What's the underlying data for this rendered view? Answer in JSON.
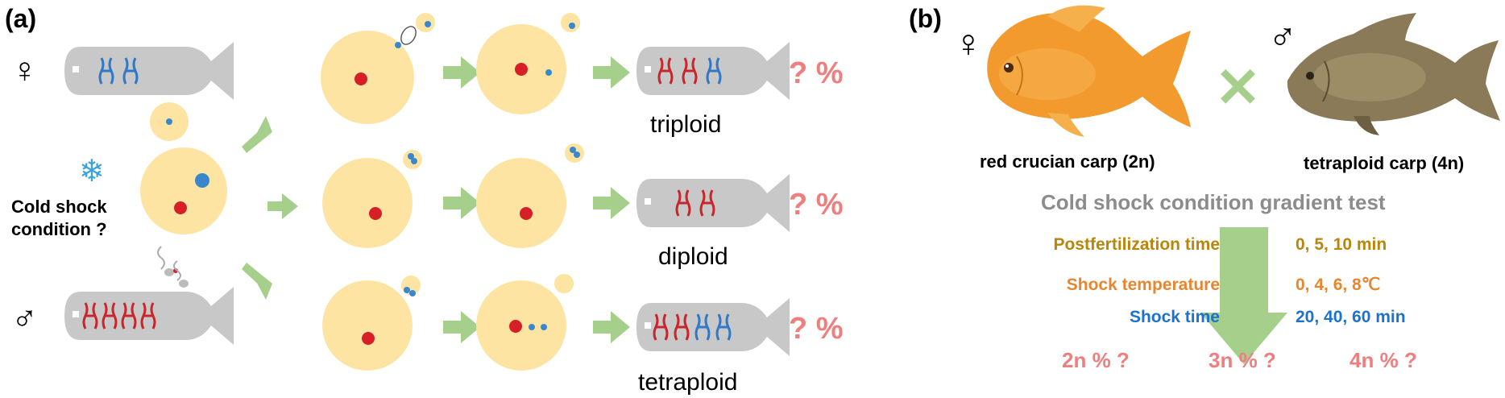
{
  "panel_a": {
    "label": "(a)",
    "female_symbol": "♀",
    "male_symbol": "♂",
    "snowflake": "❄",
    "cold_shock_line1": "Cold shock",
    "cold_shock_line2": "condition ?",
    "outcomes": [
      {
        "name": "triploid",
        "percent": "? %"
      },
      {
        "name": "diploid",
        "percent": "? %"
      },
      {
        "name": "tetraploid",
        "percent": "? %"
      }
    ],
    "colors": {
      "egg": "#fde4a3",
      "female_nucleus": "#d61f26",
      "male_nucleus": "#3a87cc",
      "arrow": "#a5cf8a",
      "fish": "#c8c8c8",
      "red_chromosome": "#c9262c",
      "blue_chromosome": "#3178c6",
      "percent_text": "#ef7f7f"
    }
  },
  "panel_b": {
    "label": "(b)",
    "female_symbol": "♀",
    "male_symbol": "♂",
    "cross_symbol": "✕",
    "female_fish_label": "red crucian carp (2n)",
    "male_fish_label": "tetraploid carp (4n)",
    "test_title": "Cold shock condition gradient test",
    "conditions": [
      {
        "name": "Postfertilization time",
        "values": "0, 5, 10 min",
        "color": "#b8860b"
      },
      {
        "name": "Shock temperature",
        "values": "0, 4, 6, 8℃",
        "color": "#e8862f"
      },
      {
        "name": "Shock time",
        "values": "20, 40, 60 min",
        "color": "#1c72cc"
      }
    ],
    "results": [
      "2n % ?",
      "3n % ?",
      "4n % ?"
    ],
    "colors": {
      "title": "#8c8c8c",
      "result": "#ef7f7f",
      "arrow": "#a5cf8a",
      "cross": "#a5cf8a",
      "goldfish": "#f29a2e",
      "carp": "#8a7a58"
    }
  }
}
